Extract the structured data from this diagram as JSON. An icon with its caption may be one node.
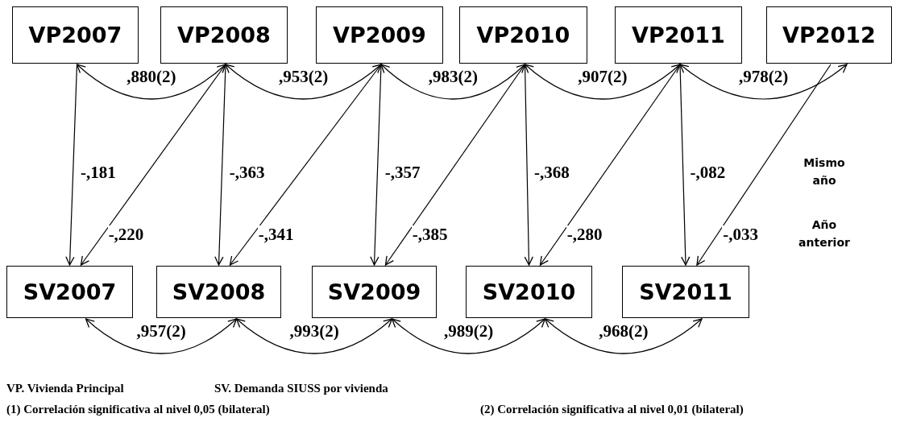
{
  "diagram": {
    "nodes": [
      {
        "text": [
          "VP2007"
        ]
      },
      {
        "text": [
          "VP2008"
        ]
      },
      {
        "text": [
          "VP2009"
        ]
      },
      {
        "text": [
          "VP2010"
        ]
      },
      {
        "text": [
          "VP2011"
        ]
      },
      {
        "text": [
          "VP2012"
        ]
      },
      {
        "text": [
          "SV2007"
        ]
      },
      {
        "text": [
          "SV2008"
        ]
      },
      {
        "text": [
          "SV2009"
        ]
      },
      {
        "text": [
          "SV2010"
        ]
      },
      {
        "text": [
          "SV2011"
        ]
      }
    ],
    "edges": [
      {
        "from": 0,
        "to": 1,
        "arrow": "both",
        "label": ",880(2)"
      },
      {
        "from": 1,
        "to": 2,
        "arrow": "both",
        "label": ",953(2)"
      },
      {
        "from": 2,
        "to": 3,
        "arrow": "both",
        "label": ",983(2)"
      },
      {
        "from": 3,
        "to": 4,
        "arrow": "both",
        "label": ",907(2)"
      },
      {
        "from": 4,
        "to": 5,
        "arrow": "both",
        "label": ",978(2)"
      },
      {
        "from": 0,
        "to": 6,
        "arrow": "to",
        "label": "-,181"
      },
      {
        "from": 1,
        "to": 6,
        "arrow": "to",
        "label": "-,220"
      },
      {
        "from": 1,
        "to": 7,
        "arrow": "to",
        "label": "-,363"
      },
      {
        "from": 2,
        "to": 7,
        "arrow": "to",
        "label": "-,341"
      },
      {
        "from": 2,
        "to": 8,
        "arrow": "to",
        "label": "-,357"
      },
      {
        "from": 3,
        "to": 8,
        "arrow": "to",
        "label": "-,385"
      },
      {
        "from": 3,
        "to": 9,
        "arrow": "to",
        "label": "-,368"
      },
      {
        "from": 4,
        "to": 9,
        "arrow": "to",
        "label": "-,280"
      },
      {
        "from": 4,
        "to": 10,
        "arrow": "to",
        "label": "-,082"
      },
      {
        "from": 5,
        "to": 10,
        "arrow": "to",
        "label": "-,033"
      },
      {
        "from": 6,
        "to": 7,
        "arrow": "both",
        "label": ",957(2)"
      },
      {
        "from": 7,
        "to": 8,
        "arrow": "both",
        "label": ",993(2)"
      },
      {
        "from": 8,
        "to": 9,
        "arrow": "both",
        "label": ",989(2)"
      },
      {
        "from": 9,
        "to": 10,
        "arrow": "both",
        "label": ",968(2)"
      }
    ],
    "labels": [
      "Mismo año",
      "Año anterior",
      "VP. Vivienda Principal",
      "SV. Demanda SIUSS por vivienda",
      "(1) Correlación significativa al nivel 0,05 (bilateral)",
      "(2) Correlación significativa al nivel 0,01 (bilateral)"
    ]
  }
}
